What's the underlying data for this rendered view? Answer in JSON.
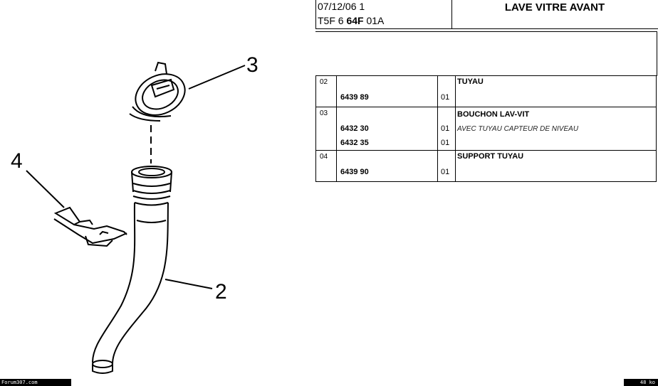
{
  "header": {
    "line1": "07/12/06  1",
    "line2_prefix": "T5F  6 ",
    "line2_bold": "64F",
    "line2_suffix": " 01A",
    "title": "LAVE VITRE AVANT"
  },
  "diagram": {
    "callouts": [
      "3",
      "4",
      "2"
    ]
  },
  "parts": [
    {
      "num": "02",
      "desc": "TUYAU",
      "refs": [
        {
          "ref": "6439 89",
          "qty": "01",
          "note": ""
        }
      ]
    },
    {
      "num": "03",
      "desc": "BOUCHON LAV-VIT",
      "refs": [
        {
          "ref": "6432 30",
          "qty": "01",
          "note": ""
        },
        {
          "ref": "6432 35",
          "qty": "01",
          "note": "AVEC TUYAU CAPTEUR DE NIVEAU"
        }
      ]
    },
    {
      "num": "04",
      "desc": "SUPPORT TUYAU",
      "refs": [
        {
          "ref": "6439 90",
          "qty": "01",
          "note": ""
        }
      ]
    }
  ],
  "footer": {
    "left": "Forum307.com",
    "right": "48 ko"
  }
}
